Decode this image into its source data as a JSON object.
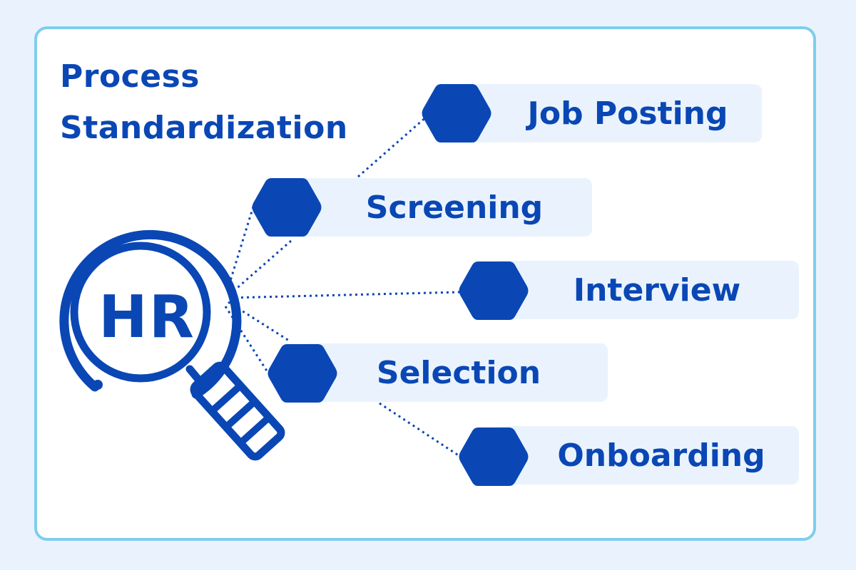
{
  "title": {
    "line1": "Process",
    "line2": "Standardization"
  },
  "center": {
    "label": "HR",
    "icon": "magnifying-glass-icon"
  },
  "steps": [
    {
      "label": "Job Posting"
    },
    {
      "label": "Screening"
    },
    {
      "label": "Interview"
    },
    {
      "label": "Selection"
    },
    {
      "label": "Onboarding"
    }
  ],
  "colors": {
    "primary": "#0a47b5",
    "pill": "#eaf3fd",
    "border": "#7fcdee",
    "background": "#eaf3fd"
  }
}
